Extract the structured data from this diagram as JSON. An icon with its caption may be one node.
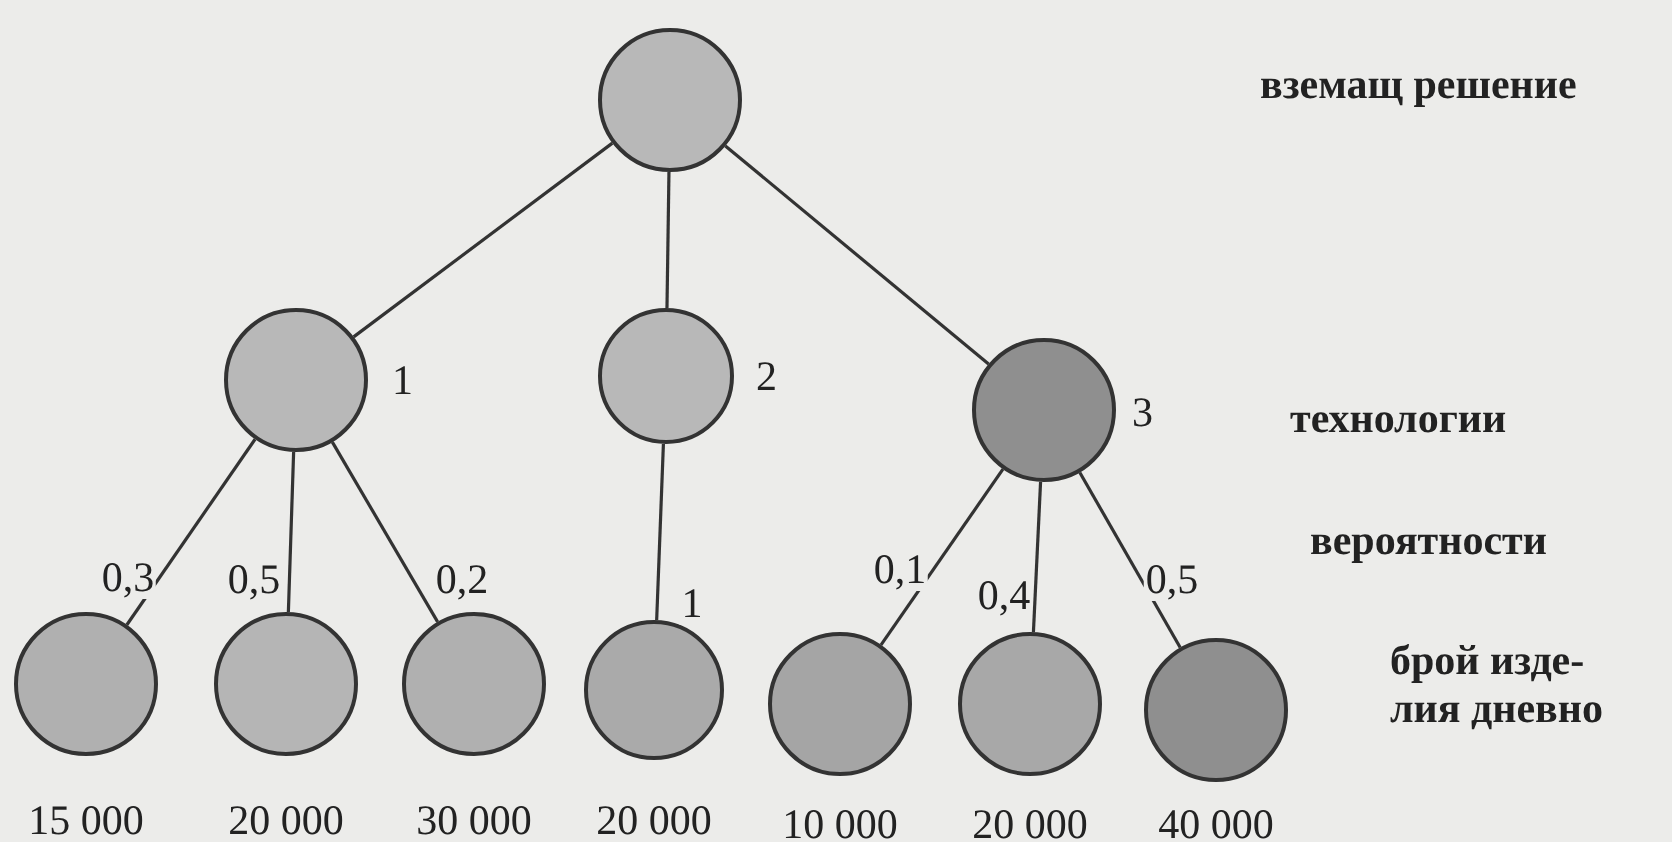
{
  "diagram": {
    "nodes": [
      {
        "text": [],
        "shape": "circle"
      },
      {
        "text": [],
        "shape": "circle",
        "beside": [
          "1"
        ]
      },
      {
        "text": [],
        "shape": "circle",
        "beside": [
          "2"
        ]
      },
      {
        "text": [],
        "shape": "circle",
        "beside": [
          "3"
        ]
      },
      {
        "text": [],
        "shape": "circle",
        "beside": [
          "15 000"
        ]
      },
      {
        "text": [],
        "shape": "circle",
        "beside": [
          "20 000"
        ]
      },
      {
        "text": [],
        "shape": "circle",
        "beside": [
          "30 000"
        ]
      },
      {
        "text": [],
        "shape": "circle",
        "beside": [
          "20 000"
        ]
      },
      {
        "text": [],
        "shape": "circle",
        "beside": [
          "10 000"
        ]
      },
      {
        "text": [],
        "shape": "circle",
        "beside": [
          "20 000"
        ]
      },
      {
        "text": [],
        "shape": "circle",
        "beside": [
          "40 000"
        ]
      }
    ],
    "edges": [
      {
        "from": 0,
        "to": 1,
        "arrow": "none"
      },
      {
        "from": 0,
        "to": 2,
        "arrow": "none"
      },
      {
        "from": 0,
        "to": 3,
        "arrow": "none"
      },
      {
        "from": 1,
        "to": 4,
        "arrow": "none",
        "label": "0,3"
      },
      {
        "from": 1,
        "to": 5,
        "arrow": "none",
        "label": "0,5"
      },
      {
        "from": 1,
        "to": 6,
        "arrow": "none",
        "label": "0,2"
      },
      {
        "from": 2,
        "to": 7,
        "arrow": "none",
        "label": "1"
      },
      {
        "from": 3,
        "to": 8,
        "arrow": "none",
        "label": "0,1"
      },
      {
        "from": 3,
        "to": 9,
        "arrow": "none",
        "label": "0,4"
      },
      {
        "from": 3,
        "to": 10,
        "arrow": "none",
        "label": "0,5"
      }
    ],
    "labels": [
      "вземащ решение",
      "технологии",
      "вероятности",
      "брой изде- лия дневно"
    ]
  }
}
